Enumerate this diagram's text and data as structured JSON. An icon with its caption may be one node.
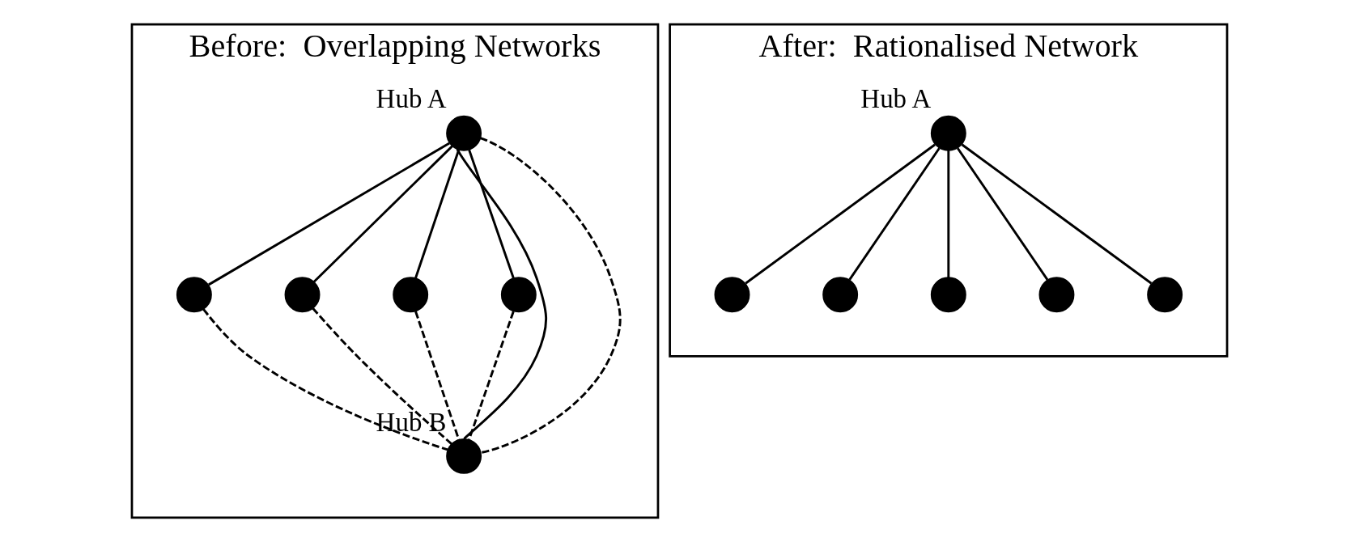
{
  "diagram": {
    "nodes": [
      {
        "text": [
          "Before:  Overlapping Networks"
        ]
      },
      {
        "text": [],
        "shape": "circle",
        "in": 0
      },
      {
        "text": [],
        "shape": "circle",
        "in": 0
      },
      {
        "text": [],
        "shape": "circle",
        "in": 0,
        "beside": [
          "Hub A"
        ]
      },
      {
        "text": [],
        "shape": "circle",
        "in": 0
      },
      {
        "text": [],
        "shape": "circle",
        "in": 0
      },
      {
        "text": [],
        "shape": "circle",
        "in": 0,
        "beside": [
          "Hub B"
        ]
      },
      {
        "text": [
          "After:  Rationalised Network"
        ]
      },
      {
        "text": [],
        "shape": "circle",
        "in": 7
      },
      {
        "text": [],
        "shape": "circle",
        "in": 7
      },
      {
        "text": [],
        "shape": "circle",
        "in": 7,
        "beside": [
          "Hub A"
        ]
      },
      {
        "text": [],
        "shape": "circle",
        "in": 7
      },
      {
        "text": [],
        "shape": "circle",
        "in": 7
      },
      {
        "text": [],
        "shape": "circle",
        "in": 7
      }
    ],
    "edges": [
      {
        "from": 3,
        "to": 1,
        "arrow": "none"
      },
      {
        "from": 3,
        "to": 2,
        "arrow": "none"
      },
      {
        "from": 3,
        "to": 4,
        "arrow": "none"
      },
      {
        "from": 3,
        "to": 5,
        "arrow": "none"
      },
      {
        "from": 3,
        "to": 6,
        "arrow": "none"
      },
      {
        "from": 3,
        "to": 6,
        "arrow": "none",
        "style": "dashed"
      },
      {
        "from": 1,
        "to": 6,
        "arrow": "none",
        "style": "dashed"
      },
      {
        "from": 2,
        "to": 6,
        "arrow": "none",
        "style": "dashed"
      },
      {
        "from": 4,
        "to": 6,
        "arrow": "none",
        "style": "dashed"
      },
      {
        "from": 5,
        "to": 6,
        "arrow": "none",
        "style": "dashed"
      },
      {
        "from": 10,
        "to": 8,
        "arrow": "none"
      },
      {
        "from": 10,
        "to": 9,
        "arrow": "none"
      },
      {
        "from": 10,
        "to": 11,
        "arrow": "none"
      },
      {
        "from": 10,
        "to": 12,
        "arrow": "none"
      },
      {
        "from": 10,
        "to": 13,
        "arrow": "none"
      }
    ]
  }
}
